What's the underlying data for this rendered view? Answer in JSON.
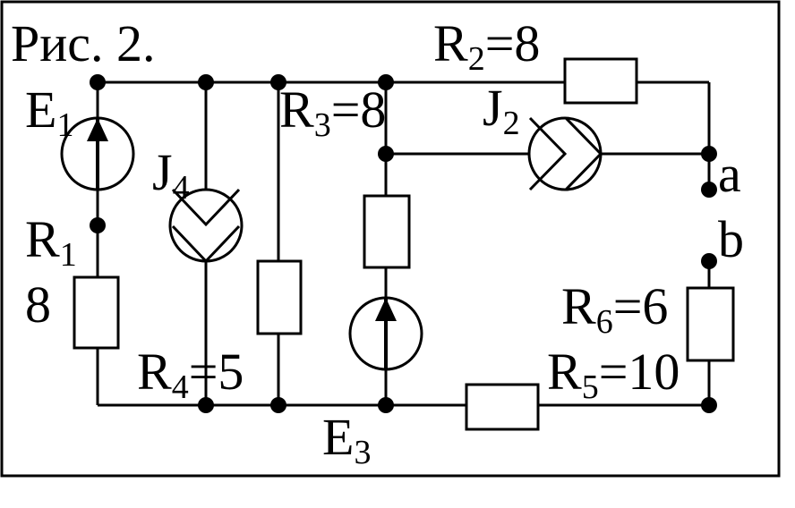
{
  "figure": {
    "caption": "Рис. 2."
  },
  "labels": {
    "e1": {
      "main": "E",
      "sub": "1"
    },
    "j4": {
      "main": "J",
      "sub": "4"
    },
    "r1": {
      "main": "R",
      "sub": "1"
    },
    "r1_value": "8",
    "r4": {
      "main": "R",
      "sub": "4",
      "value": "=5"
    },
    "r3": {
      "main": "R",
      "sub": "3",
      "value": "=8"
    },
    "r2": {
      "main": "R",
      "sub": "2",
      "value": "=8"
    },
    "j2": {
      "main": "J",
      "sub": "2"
    },
    "e3": {
      "main": "E",
      "sub": "3"
    },
    "r6": {
      "main": "R",
      "sub": "6",
      "value": "=6"
    },
    "r5": {
      "main": "R",
      "sub": "5",
      "value": "=10"
    },
    "terminal_a": "a",
    "terminal_b": "b"
  },
  "colors": {
    "ink": "#000000",
    "paper": "#ffffff"
  }
}
